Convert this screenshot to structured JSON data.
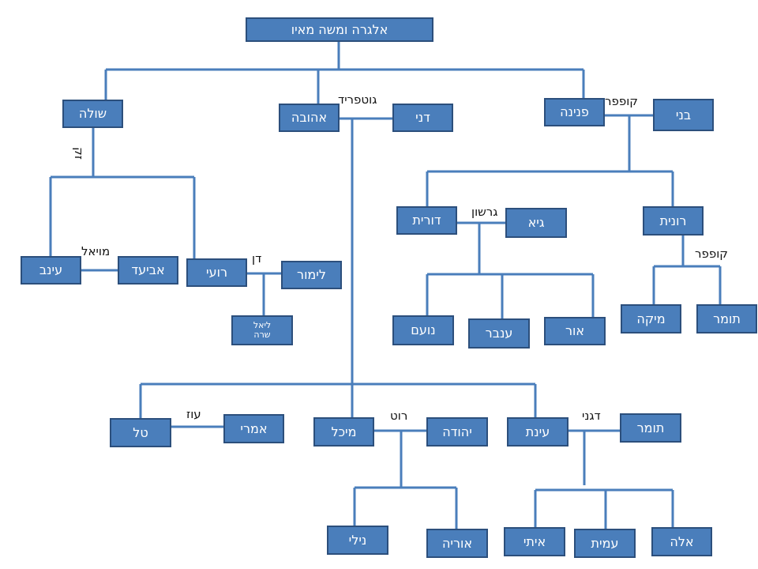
{
  "root": "אלגרה ומשה מאיו",
  "people": {
    "shula": "שולה",
    "ahuva": "אהובה",
    "dani": "דני",
    "penina": "פנינה",
    "beni": "בני",
    "dorit": "דורית",
    "guy": "גיא",
    "ronit": "רונית",
    "einav": "עינב",
    "aviad": "אביעד",
    "roi": "רועי",
    "limor": "לימור",
    "liel": "ליאל",
    "sara": "שרה",
    "noam": "נועם",
    "inbar": "ענבר",
    "or": "אור",
    "mika": "מיקה",
    "tomer1": "תומר",
    "tal": "טל",
    "imri": "אמרי",
    "michal": "מיכל",
    "yehuda": "יהודה",
    "einat": "עינת",
    "tomer2": "תומר",
    "nili": "נילי",
    "uria": "אוריה",
    "itai": "איתי",
    "amit": "עמית",
    "ela": "אלה"
  },
  "surnames": {
    "gutfried": "גוטפריד",
    "kupfer1": "קופפר",
    "gershon": "גרשון",
    "kupfer2": "קופפר",
    "moyal": "מויאל",
    "dan": "דן",
    "zak": "זק",
    "oz": "עוז",
    "rot": "רוט",
    "dagani": "דגני"
  }
}
